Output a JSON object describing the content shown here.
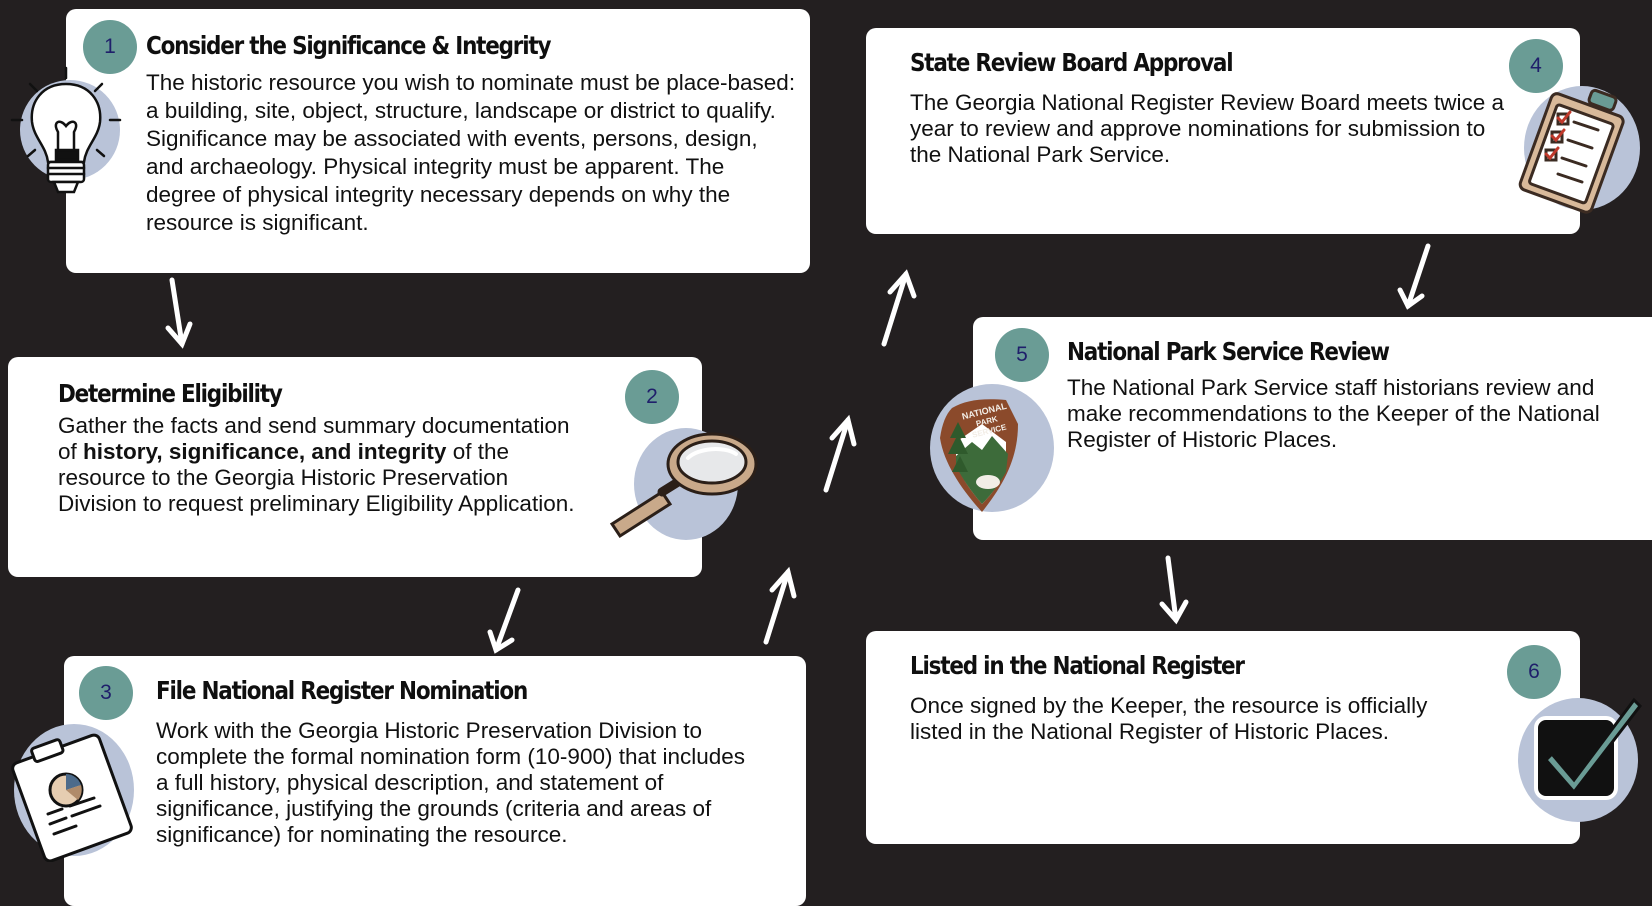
{
  "steps": [
    {
      "number": "1",
      "title": "Consider the Significance & Integrity",
      "text": "The historic resource you wish to nominate must be place-based: a building, site, object, structure, landscape or district to qualify. Significance may be associated with events, persons, design, and archaeology. Physical integrity must be apparent. The degree of physical integrity necessary depends on why the resource is significant.",
      "icon": "lightbulb-icon"
    },
    {
      "number": "2",
      "title": "Determine Eligibility",
      "text_before": "Gather the facts and send summary documentation of ",
      "text_bold": "history, significance, and integrity",
      "text_after": " of the resource to the Georgia Historic Preservation Division to request preliminary Eligibility Application.",
      "icon": "magnifying-glass-icon"
    },
    {
      "number": "3",
      "title": "File National Register Nomination",
      "text": "Work with the Georgia Historic Preservation Division to complete the formal nomination form (10-900) that includes a full history, physical description, and statement of significance, justifying the grounds (criteria and areas of significance) for nominating the resource.",
      "icon": "clipboard-chart-icon"
    },
    {
      "number": "4",
      "title": "State Review Board Approval",
      "text": "The Georgia National Register Review Board meets twice a year to review and approve nominations for submission to the National Park Service.",
      "icon": "checklist-clipboard-icon"
    },
    {
      "number": "5",
      "title": "National Park Service Review",
      "text": "The National Park Service staff historians review and make recommendations to the Keeper of the National Register of Historic Places.",
      "icon": "nps-arrowhead-icon",
      "logo_text": [
        "NATIONAL",
        "PARK",
        "SERVICE"
      ]
    },
    {
      "number": "6",
      "title": "Listed in the National Register",
      "text": "Once signed by the Keeper, the resource is officially listed in the National Register of Historic Places.",
      "icon": "checkbox-check-icon"
    }
  ],
  "colors": {
    "background": "#231f20",
    "card": "#ffffff",
    "badge": "#6a9c95",
    "badge_text": "#1f1f6b",
    "icon_blob": "#b9c3d8"
  }
}
